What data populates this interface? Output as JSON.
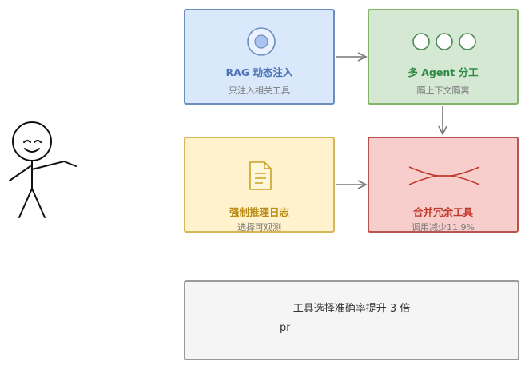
{
  "cards": {
    "rag": {
      "title": "RAG 动态注入",
      "subtitle": "只注入相关工具"
    },
    "multi": {
      "title": "多 Agent 分工",
      "subtitle": "隔上下文隔离"
    },
    "log": {
      "title": "强制推理日志",
      "subtitle": "选择可观测"
    },
    "merge": {
      "title": "合并冗余工具",
      "subtitle": "调用减少11.9%"
    }
  },
  "result": {
    "title": "工具选择准确率提升 3 倍",
    "faded_text": "pr"
  },
  "colors": {
    "blue_fill": "#dae8fc",
    "blue_stroke": "#6c8ebf",
    "green_fill": "#d5e8d4",
    "green_stroke": "#82b366",
    "yellow_fill": "#fff2cc",
    "yellow_stroke": "#d6b656",
    "red_fill": "#f8cecc",
    "red_stroke": "#b85450",
    "gray_fill": "#f5f5f5",
    "gray_stroke": "#9a9a9a"
  },
  "icons": {
    "rag": "target-circle-icon",
    "multi": "three-circles-icon",
    "log": "document-icon",
    "merge": "merge-arrows-icon",
    "figure": "stick-figure-icon"
  }
}
